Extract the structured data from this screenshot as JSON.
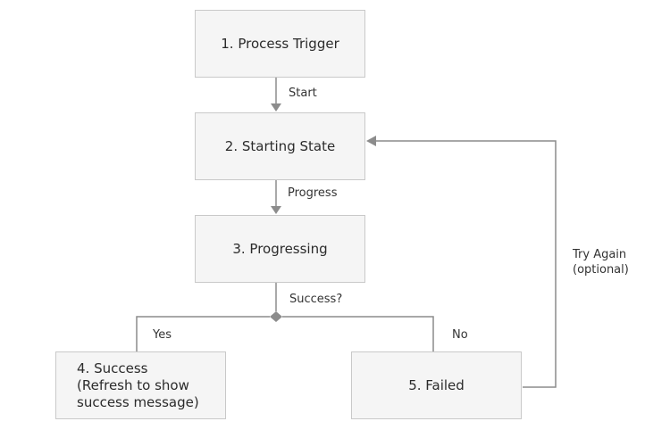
{
  "nodes": {
    "trigger": "1. Process Trigger",
    "starting": "2. Starting State",
    "progressing": "3. Progressing",
    "success": "4. Success\n(Refresh to show\nsuccess message)",
    "failed": "5. Failed"
  },
  "edges": {
    "start": "Start",
    "progress": "Progress",
    "decision": "Success?",
    "yes": "Yes",
    "no": "No",
    "retry": "Try Again\n(optional)"
  },
  "colors": {
    "box_fill": "#f5f5f5",
    "box_border": "#c9c9c9",
    "connector": "#8c8c8c"
  }
}
